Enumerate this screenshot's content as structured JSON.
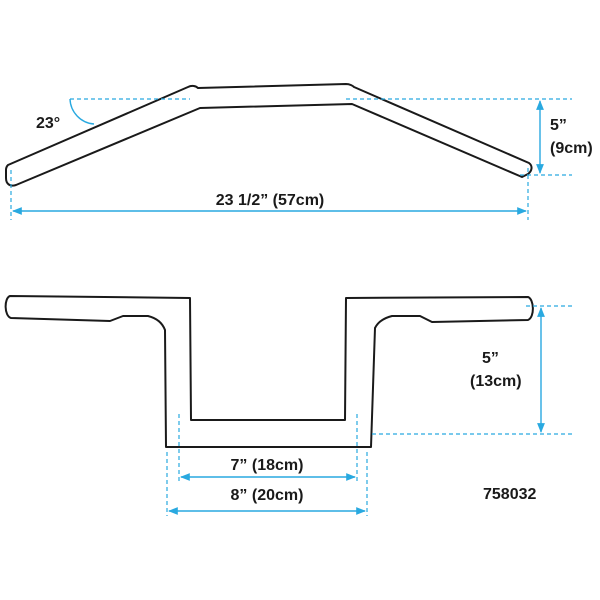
{
  "top_view": {
    "angle_label": "23°",
    "rise_label_line1": "5”",
    "rise_label_line2": "(9cm)",
    "width_label": "23 1/2” (57cm)"
  },
  "front_view": {
    "rise_label_line1": "5”",
    "rise_label_line2": "(13cm)",
    "inner_width_label": "7” (18cm)",
    "outer_width_label": "8” (20cm)"
  },
  "part_number": "758032",
  "colors": {
    "outline": "#1a1a1a",
    "dimension": "#29a9e0",
    "background": "#ffffff"
  }
}
